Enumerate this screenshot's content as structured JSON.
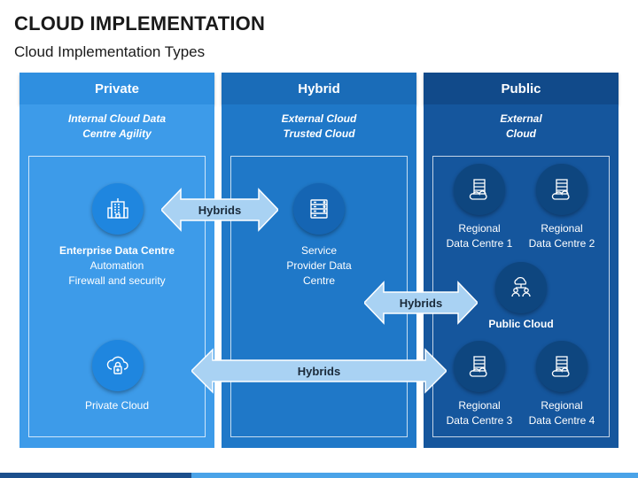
{
  "title": "CLOUD IMPLEMENTATION",
  "subtitle": "Cloud Implementation Types",
  "columns": {
    "private": {
      "header": "Private",
      "sub1": "Internal Cloud Data",
      "sub2": "Centre Agility"
    },
    "hybrid": {
      "header": "Hybrid",
      "sub1": "External Cloud",
      "sub2": "Trusted Cloud"
    },
    "public": {
      "header": "Public",
      "sub1": "External",
      "sub2": "Cloud"
    }
  },
  "nodes": {
    "enterprise": {
      "line1": "Enterprise Data Centre",
      "line2": "Automation",
      "line3": "Firewall and security"
    },
    "private_cloud": {
      "line1": "Private Cloud"
    },
    "service_provider": {
      "line1": "Service",
      "line2": "Provider Data",
      "line3": "Centre"
    },
    "regional1": {
      "line1": "Regional",
      "line2": "Data Centre 1"
    },
    "regional2": {
      "line1": "Regional",
      "line2": "Data Centre 2"
    },
    "public_cloud": {
      "line1": "Public Cloud"
    },
    "regional3": {
      "line1": "Regional",
      "line2": "Data Centre 3"
    },
    "regional4": {
      "line1": "Regional",
      "line2": "Data Centre 4"
    }
  },
  "arrows": {
    "a1": "Hybrids",
    "a2": "Hybrids",
    "a3": "Hybrids"
  },
  "colors": {
    "private": "#3d9be9",
    "hybrid": "#1f78c8",
    "public": "#15569d",
    "arrow_fill": "#a9d2f3"
  },
  "icons": {
    "enterprise": "building-icon",
    "private_cloud": "cloud-lock-icon",
    "service_provider": "server-rack-icon",
    "regional": "server-cloud-icon",
    "public_cloud": "cloud-users-icon"
  }
}
